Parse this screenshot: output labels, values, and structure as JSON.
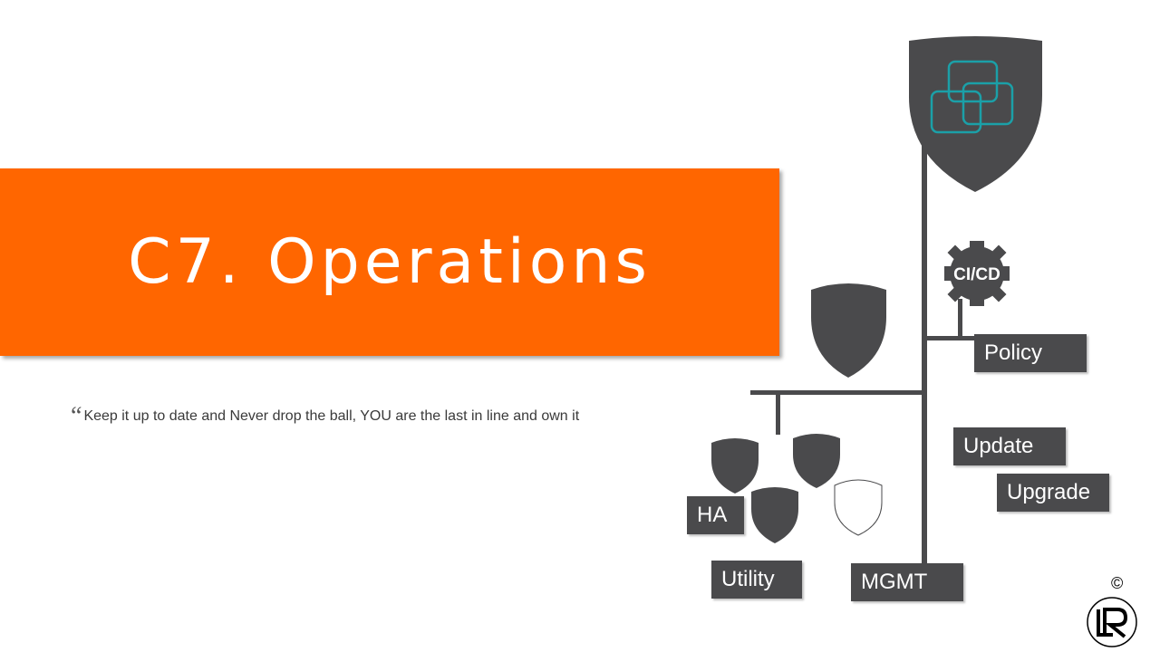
{
  "slide": {
    "title": "C7. Operations",
    "quote_mark": "“",
    "quote": "Keep it up to date and Never drop the ball, YOU are the last in line and own it"
  },
  "diagram": {
    "gear_label": "CI/CD",
    "labels": {
      "policy": "Policy",
      "update": "Update",
      "upgrade": "Upgrade",
      "ha": "HA",
      "utility": "Utility",
      "mgmt": "MGMT"
    },
    "icons": [
      "shield-icon",
      "gear-icon",
      "overlapping-squares-icon"
    ]
  },
  "footer": {
    "copyright": "©",
    "logo_text": "LR"
  },
  "colors": {
    "accent": "#ff6600",
    "dark": "#4a4a4c",
    "teal": "#1ba0a8"
  }
}
